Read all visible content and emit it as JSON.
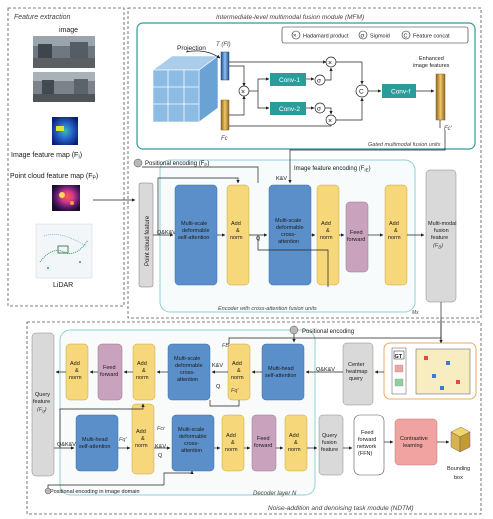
{
  "colors": {
    "blue_block": "#5b8fc9",
    "yellow_block": "#f6d77a",
    "pink_block": "#c9a3bd",
    "grey_block": "#d9d9d9",
    "teal_block": "#2a9d9b",
    "contrastive_block": "#f0a3a0",
    "green_frame": "#8fd19e",
    "orange_frame": "#f0a860"
  },
  "icons": [
    "camera-image-icon",
    "heatmap-icon",
    "point-cloud-icon",
    "lidar-bev-icon",
    "hadamard-product-icon",
    "sigmoid-icon",
    "concat-icon",
    "bounding-box-icon",
    "positional-encoding-node-icon"
  ],
  "sections": {
    "feature_extraction": "Feature extraction",
    "mfm": "Intermediate-level multimodal fusion module (MFM)",
    "gated_units": "Gated multimodal fusion units",
    "encoder_units": "Encoder with cross-attention fusion units",
    "encoder_mark": "Mx",
    "decoder_layer": "Decoder layer N",
    "ndtm": "Noise-addition and denoising task module (NDTM)"
  },
  "feature_extraction": {
    "image": "image",
    "image_map": "Image feature map (F",
    "image_map_sub": "I",
    "point_map": "Point cloud feature map (F",
    "point_map_sub": "P",
    "lidar": "LiDAR"
  },
  "mfm": {
    "projection": "Projection",
    "t_fi": "T (FI)",
    "fc": "Fc",
    "fc_prime": "Fc'",
    "conv1": "Conv-1",
    "conv2": "Conv-2",
    "convf": "Conv-f",
    "sigma": "σ",
    "c_symbol": "C",
    "x_symbol": "×",
    "enhanced": [
      "Enhanced",
      "image features"
    ],
    "legend": {
      "hadamard": "Hadamard product",
      "sigmoid": "Sigmoid",
      "concat": "Feature concat"
    }
  },
  "encoder": {
    "pos_enc": "Positional encoding",
    "pos_sub": "P",
    "img_enc": "Image feature encoding (F",
    "img_sub": "IE",
    "point_cloud_feature": "Point cloud feature",
    "qkv": "Q&K&V",
    "kv": "K&V",
    "q": "Q",
    "msd_self": [
      "Multi-scale",
      "deformable",
      "self-attention"
    ],
    "add_norm": [
      "Add",
      "&",
      "norm"
    ],
    "msd_cross": [
      "Multi-scale",
      "deformable",
      "cross-",
      "attention"
    ],
    "feed_forward": [
      "Feed",
      "forward"
    ],
    "fusion_feature": [
      "Multi-modal",
      "fusion",
      "feature"
    ],
    "fusion_sub": "(F",
    "fusion_sub2": "B",
    "fusion_sub_end": ")"
  },
  "decoder": {
    "pos_enc": "Positional encoding",
    "pos_enc_image": "Positional encoding in image domain",
    "query_feature": [
      "Query",
      "feature"
    ],
    "query_sub": "(F",
    "query_sub2": "q",
    "query_sub_end": ")",
    "qkv": "Q&K&V",
    "kv": "K&V",
    "q": "Q",
    "fb": "FB",
    "fq_prime": "Fq'",
    "fq_double": "Fq''",
    "fcr": "Fcr",
    "multi_head": [
      "Multi-head",
      "self-attention"
    ],
    "msd_cross": [
      "Multi-scale",
      "deformable",
      "cross-",
      "attention"
    ],
    "add_norm": [
      "Add",
      "&",
      "norm"
    ],
    "feed_forward": [
      "Feed",
      "forward"
    ],
    "center_query": [
      "Center",
      "heatmap",
      "query"
    ],
    "query_fusion": [
      "Query",
      "fusion",
      "feature"
    ],
    "ffn": [
      "Feed",
      "forward",
      "network",
      "(FFN)"
    ],
    "contrastive": [
      "Contrastive",
      "learning"
    ],
    "bounding_box": [
      "Bounding",
      "box"
    ],
    "gt": "GT"
  }
}
